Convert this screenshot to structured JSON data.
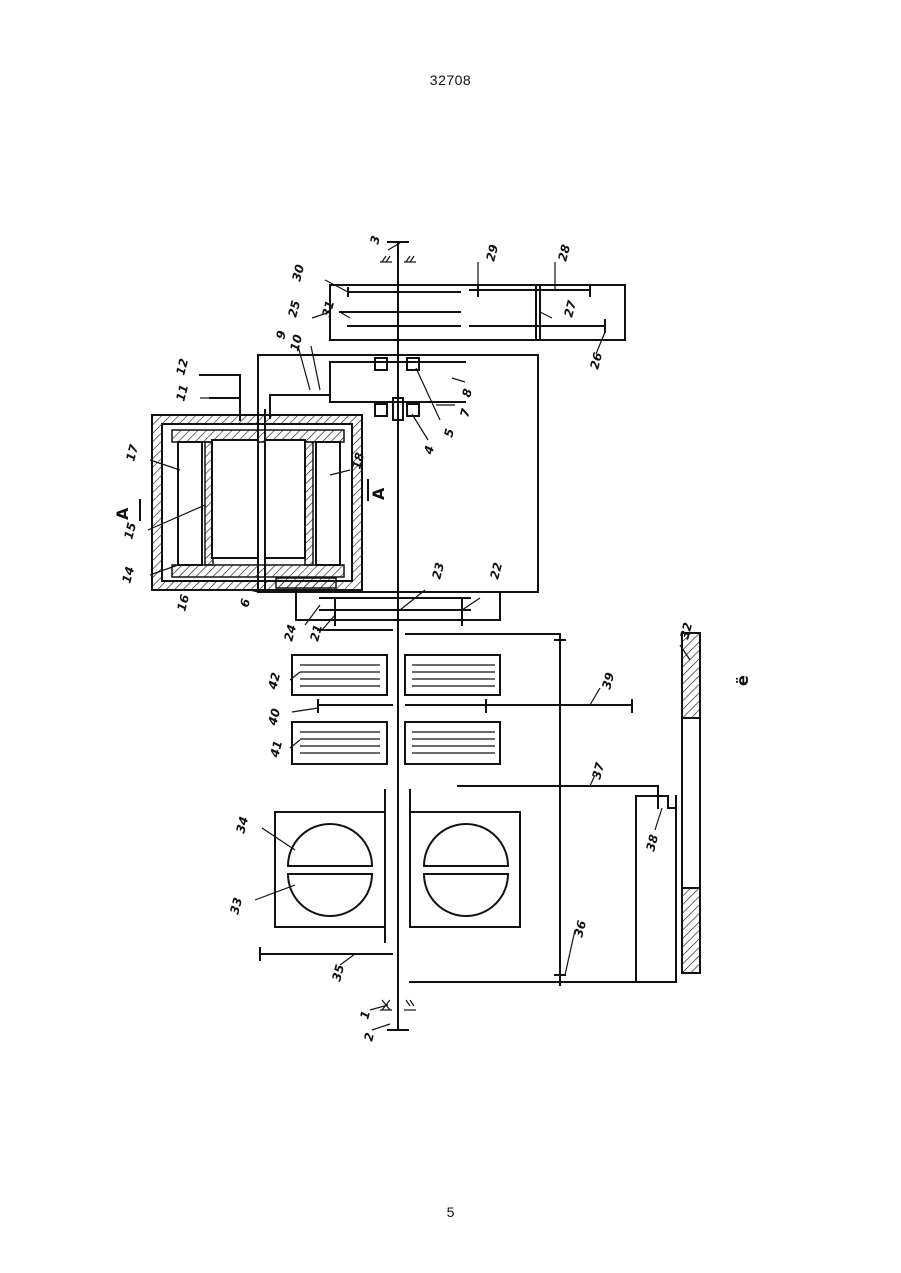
{
  "header": {
    "doc_number": "32708"
  },
  "footer": {
    "page_number": "5"
  },
  "figure": {
    "caption": "ë",
    "section_label": "A",
    "labels": [
      "1",
      "2",
      "3",
      "4",
      "5",
      "6",
      "7",
      "8",
      "9",
      "10",
      "11",
      "12",
      "14",
      "15",
      "16",
      "17",
      "18",
      "21",
      "22",
      "23",
      "24",
      "25",
      "26",
      "27",
      "28",
      "29",
      "30",
      "31",
      "32",
      "33",
      "34",
      "35",
      "36",
      "37",
      "38",
      "39",
      "40",
      "41",
      "42"
    ]
  }
}
